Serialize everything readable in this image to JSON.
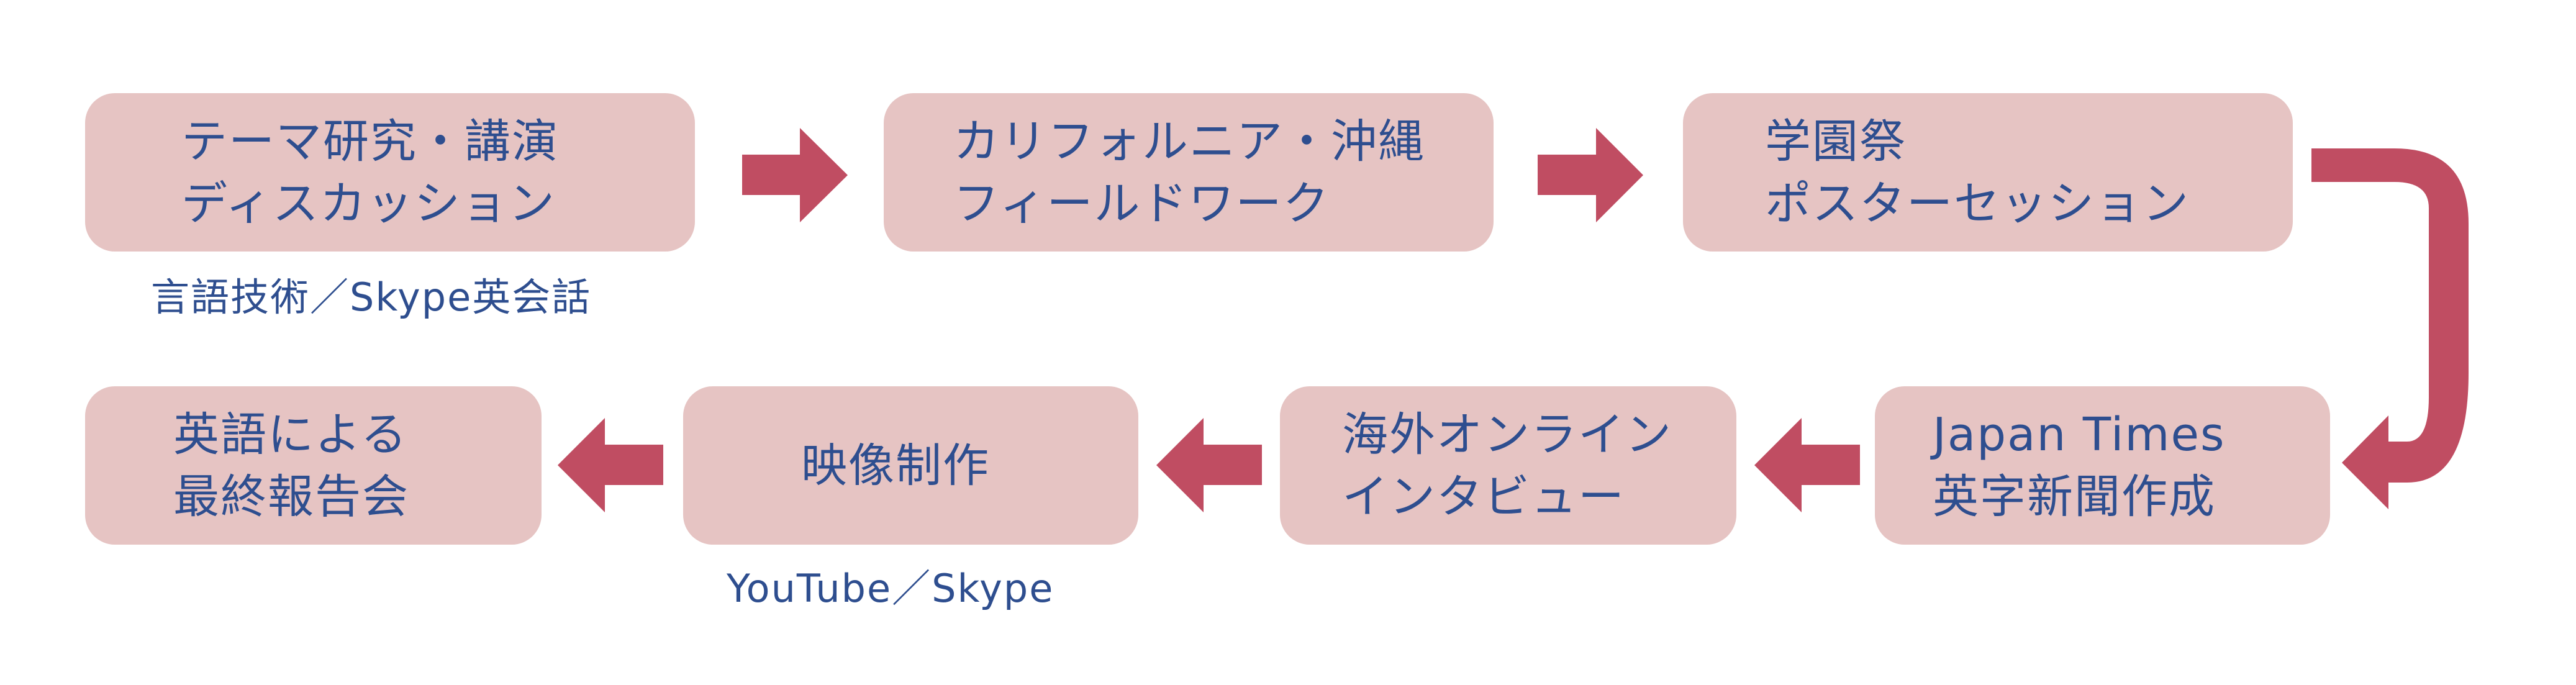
{
  "colors": {
    "box_fill": "#e6c4c3",
    "arrow": "#c04d62",
    "text": "#2e4e8f"
  },
  "steps": [
    {
      "id": 1,
      "lines": [
        "テーマ研究・講演",
        "ディスカッション"
      ],
      "caption": "言語技術／Skype英会話"
    },
    {
      "id": 2,
      "lines": [
        "カリフォルニア・沖縄",
        "フィールドワーク"
      ]
    },
    {
      "id": 3,
      "lines": [
        "学園祭",
        "ポスターセッション"
      ]
    },
    {
      "id": 4,
      "lines": [
        "Japan Times",
        "英字新聞作成"
      ]
    },
    {
      "id": 5,
      "lines": [
        "海外オンライン",
        "インタビュー"
      ]
    },
    {
      "id": 6,
      "lines": [
        "映像制作"
      ],
      "caption": "YouTube／Skype"
    },
    {
      "id": 7,
      "lines": [
        "英語による",
        "最終報告会"
      ]
    }
  ],
  "arrows": [
    {
      "from": 1,
      "to": 2,
      "direction": "right"
    },
    {
      "from": 2,
      "to": 3,
      "direction": "right"
    },
    {
      "from": 3,
      "to": 4,
      "direction": "u-turn"
    },
    {
      "from": 4,
      "to": 5,
      "direction": "left"
    },
    {
      "from": 5,
      "to": 6,
      "direction": "left"
    },
    {
      "from": 6,
      "to": 7,
      "direction": "left"
    }
  ]
}
